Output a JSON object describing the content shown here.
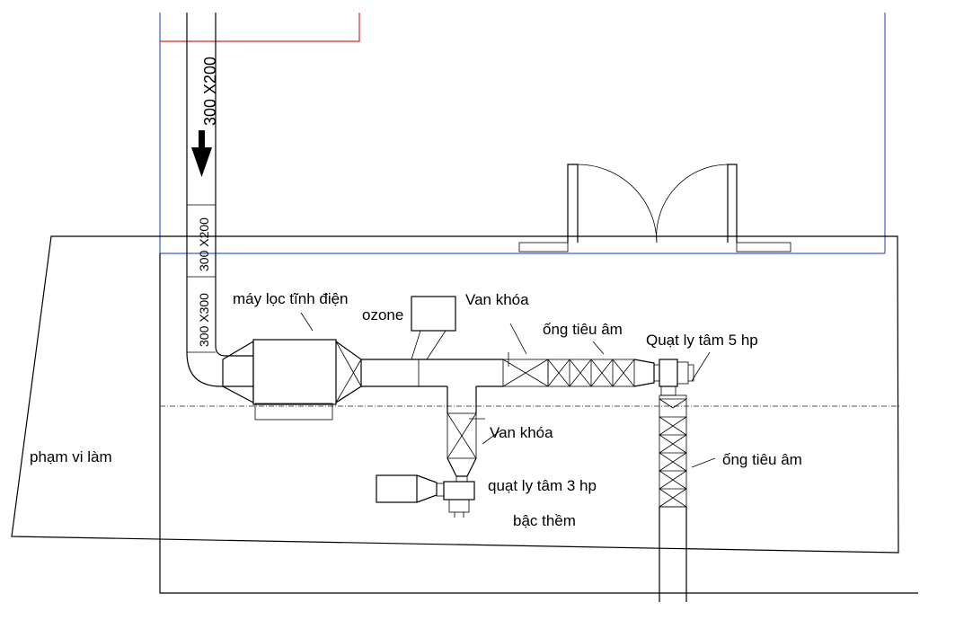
{
  "labels": {
    "duct_size_main": "300 X200",
    "duct_size_small_1": "300 X200",
    "duct_size_small_2": "300 X300",
    "electrostatic_filter": "máy lọc tĩnh điện",
    "ozone": "ozone",
    "lock_valve_main": "Van khóa",
    "silencer_main": "ống tiêu âm",
    "fan_5hp": "Quạt ly tâm  5 hp",
    "lock_valve_branch": "Van khóa",
    "silencer_vertical": "ống tiêu âm",
    "fan_3hp": "quạt ly tâm 3 hp",
    "step": "bậc thềm",
    "work_scope": "phạm vi làm"
  },
  "colors": {
    "line": "#000000",
    "wall_blue": "#3a5fd0",
    "boundary_red": "#d12a2a",
    "centerline": "#555555"
  }
}
